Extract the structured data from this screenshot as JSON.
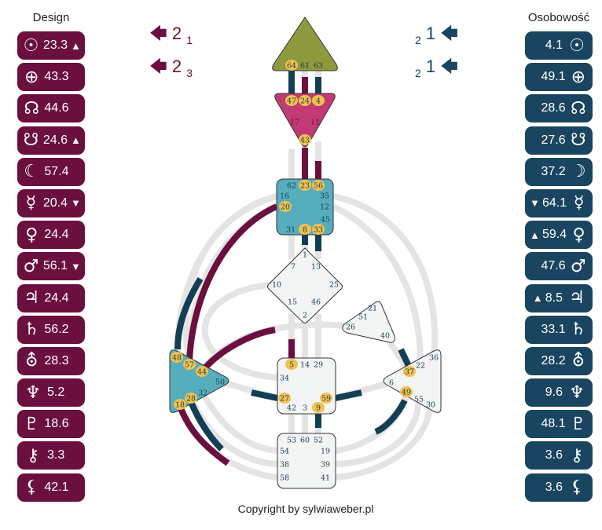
{
  "design": {
    "title": "Design",
    "color": "#6b0f3f",
    "rows": [
      {
        "icon": "sun",
        "sym": "☉",
        "value": "23.3",
        "arrow": "▲"
      },
      {
        "icon": "earth",
        "sym": "⊕",
        "value": "43.3",
        "arrow": ""
      },
      {
        "icon": "north-node",
        "sym": "☊",
        "value": "44.6",
        "arrow": ""
      },
      {
        "icon": "south-node",
        "sym": "☋",
        "value": "24.6",
        "arrow": "▲"
      },
      {
        "icon": "moon",
        "sym": "☾",
        "value": "57.4",
        "arrow": ""
      },
      {
        "icon": "mercury",
        "sym": "☿",
        "value": "20.4",
        "arrow": "▼"
      },
      {
        "icon": "venus",
        "sym": "♀",
        "value": "24.4",
        "arrow": ""
      },
      {
        "icon": "mars",
        "sym": "♂",
        "value": "56.1",
        "arrow": "▼"
      },
      {
        "icon": "jupiter",
        "sym": "♃",
        "value": "24.4",
        "arrow": ""
      },
      {
        "icon": "saturn",
        "sym": "♄",
        "value": "56.2",
        "arrow": ""
      },
      {
        "icon": "uranus",
        "sym": "⛢",
        "value": "28.3",
        "arrow": ""
      },
      {
        "icon": "neptune",
        "sym": "♆",
        "value": "5.2",
        "arrow": ""
      },
      {
        "icon": "pluto",
        "sym": "♇",
        "value": "18.6",
        "arrow": ""
      },
      {
        "icon": "chiron",
        "sym": "⚷",
        "value": "3.3",
        "arrow": ""
      },
      {
        "icon": "lilith",
        "sym": "⚸",
        "value": "42.1",
        "arrow": ""
      }
    ]
  },
  "personality": {
    "title": "Osobowość",
    "color": "#1a4560",
    "rows": [
      {
        "icon": "sun",
        "sym": "☉",
        "value": "4.1",
        "arrow": ""
      },
      {
        "icon": "earth",
        "sym": "⊕",
        "value": "49.1",
        "arrow": ""
      },
      {
        "icon": "north-node",
        "sym": "☊",
        "value": "28.6",
        "arrow": ""
      },
      {
        "icon": "south-node",
        "sym": "☋",
        "value": "27.6",
        "arrow": ""
      },
      {
        "icon": "moon",
        "sym": "☽",
        "value": "37.2",
        "arrow": ""
      },
      {
        "icon": "mercury",
        "sym": "☿",
        "value": "64.1",
        "arrow": "▼"
      },
      {
        "icon": "venus",
        "sym": "♀",
        "value": "59.4",
        "arrow": "▲"
      },
      {
        "icon": "mars",
        "sym": "♂",
        "value": "47.6",
        "arrow": ""
      },
      {
        "icon": "jupiter",
        "sym": "♃",
        "value": "8.5",
        "arrow": "▲"
      },
      {
        "icon": "saturn",
        "sym": "♄",
        "value": "33.1",
        "arrow": ""
      },
      {
        "icon": "uranus",
        "sym": "⛢",
        "value": "28.2",
        "arrow": ""
      },
      {
        "icon": "neptune",
        "sym": "♆",
        "value": "9.6",
        "arrow": ""
      },
      {
        "icon": "pluto",
        "sym": "♇",
        "value": "48.1",
        "arrow": ""
      },
      {
        "icon": "chiron",
        "sym": "⚷",
        "value": "3.6",
        "arrow": ""
      },
      {
        "icon": "lilith",
        "sym": "⚸",
        "value": "3.6",
        "arrow": ""
      }
    ]
  },
  "variables": {
    "left": [
      {
        "big": "2",
        "small": "1"
      },
      {
        "big": "2",
        "small": "3"
      }
    ],
    "right": [
      {
        "big": "1",
        "small": "2"
      },
      {
        "big": "1",
        "small": "2"
      }
    ]
  },
  "centers": {
    "head": {
      "fill": "#8f9a3e",
      "gates": [
        {
          "n": "64",
          "active": true
        },
        {
          "n": "61",
          "active": false
        },
        {
          "n": "63",
          "active": false
        }
      ]
    },
    "ajna": {
      "fill": "#c23a74",
      "gates": [
        {
          "n": "47",
          "active": true
        },
        {
          "n": "24",
          "active": true
        },
        {
          "n": "4",
          "active": true
        },
        {
          "n": "17",
          "active": false
        },
        {
          "n": "11",
          "active": false
        },
        {
          "n": "43",
          "active": true
        }
      ]
    },
    "throat": {
      "fill": "#56aebd",
      "gates": [
        {
          "n": "62",
          "active": false
        },
        {
          "n": "23",
          "active": true
        },
        {
          "n": "56",
          "active": true
        },
        {
          "n": "16",
          "active": false
        },
        {
          "n": "35",
          "active": false
        },
        {
          "n": "20",
          "active": true
        },
        {
          "n": "12",
          "active": false
        },
        {
          "n": "45",
          "active": false
        },
        {
          "n": "31",
          "active": false
        },
        {
          "n": "8",
          "active": true
        },
        {
          "n": "33",
          "active": true
        }
      ]
    },
    "g": {
      "fill": "#f3f4f4",
      "gates": [
        {
          "n": "1",
          "active": false
        },
        {
          "n": "7",
          "active": false
        },
        {
          "n": "13",
          "active": false
        },
        {
          "n": "10",
          "active": false
        },
        {
          "n": "25",
          "active": false
        },
        {
          "n": "15",
          "active": false
        },
        {
          "n": "46",
          "active": false
        },
        {
          "n": "2",
          "active": false
        }
      ]
    },
    "heart": {
      "fill": "#f3f4f4",
      "gates": [
        {
          "n": "21",
          "active": false
        },
        {
          "n": "51",
          "active": false
        },
        {
          "n": "26",
          "active": false
        },
        {
          "n": "40",
          "active": false
        }
      ]
    },
    "spleen": {
      "fill": "#56aebd",
      "gates": [
        {
          "n": "48",
          "active": true
        },
        {
          "n": "57",
          "active": true
        },
        {
          "n": "44",
          "active": true
        },
        {
          "n": "50",
          "active": false
        },
        {
          "n": "32",
          "active": false
        },
        {
          "n": "28",
          "active": true
        },
        {
          "n": "18",
          "active": true
        }
      ]
    },
    "sacral": {
      "fill": "#f3f4f4",
      "gates": [
        {
          "n": "5",
          "active": true
        },
        {
          "n": "14",
          "active": false
        },
        {
          "n": "29",
          "active": false
        },
        {
          "n": "34",
          "active": false
        },
        {
          "n": "27",
          "active": true
        },
        {
          "n": "59",
          "active": true
        },
        {
          "n": "42",
          "active": false
        },
        {
          "n": "3",
          "active": false
        },
        {
          "n": "9",
          "active": true
        }
      ]
    },
    "solar_plexus": {
      "fill": "#f3f4f4",
      "gates": [
        {
          "n": "36",
          "active": false
        },
        {
          "n": "22",
          "active": false
        },
        {
          "n": "37",
          "active": true
        },
        {
          "n": "6",
          "active": false
        },
        {
          "n": "49",
          "active": true
        },
        {
          "n": "55",
          "active": false
        },
        {
          "n": "30",
          "active": false
        }
      ]
    },
    "root": {
      "fill": "#f3f4f4",
      "gates": [
        {
          "n": "53",
          "active": false
        },
        {
          "n": "60",
          "active": false
        },
        {
          "n": "52",
          "active": false
        },
        {
          "n": "54",
          "active": false
        },
        {
          "n": "19",
          "active": false
        },
        {
          "n": "38",
          "active": false
        },
        {
          "n": "39",
          "active": false
        },
        {
          "n": "58",
          "active": false
        },
        {
          "n": "41",
          "active": false
        }
      ]
    }
  },
  "colors": {
    "design": "#6b0f3f",
    "personality": "#123f55",
    "inactive": "#e4e4e4",
    "gate_active": "#f0c150"
  },
  "footer": {
    "copyright": "Copyright by sylwiaweber.pl"
  }
}
